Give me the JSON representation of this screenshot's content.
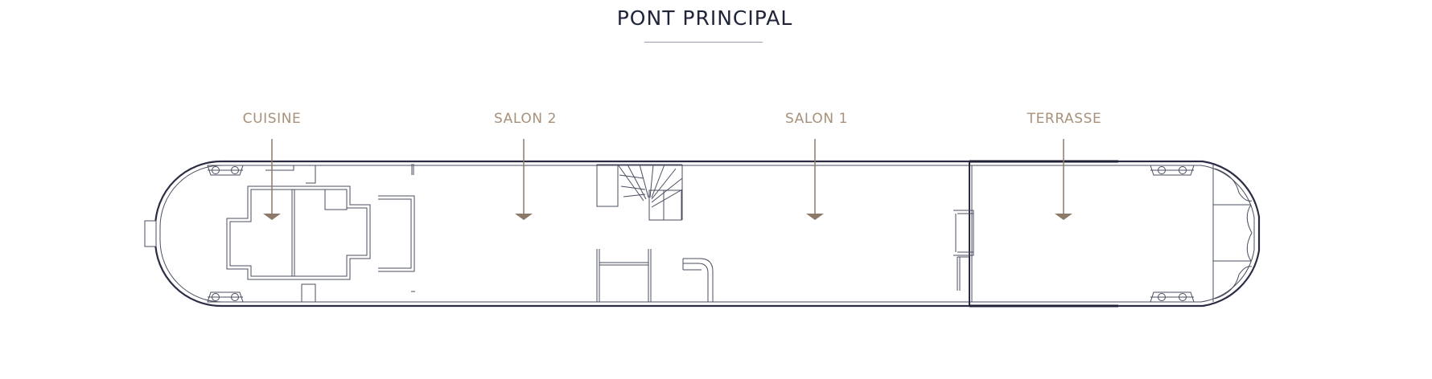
{
  "title": "PONT PRINCIPAL",
  "rooms": [
    {
      "key": "cuisine",
      "label": "CUISINE"
    },
    {
      "key": "salon2",
      "label": "SALON 2"
    },
    {
      "key": "salon1",
      "label": "SALON 1"
    },
    {
      "key": "terrasse",
      "label": "TERRASSE"
    }
  ],
  "colors": {
    "hull": "#2a2d44",
    "accent": "#8c7a68",
    "label": "#a8917a",
    "title": "#20253a",
    "detail": "#4a4d60"
  }
}
